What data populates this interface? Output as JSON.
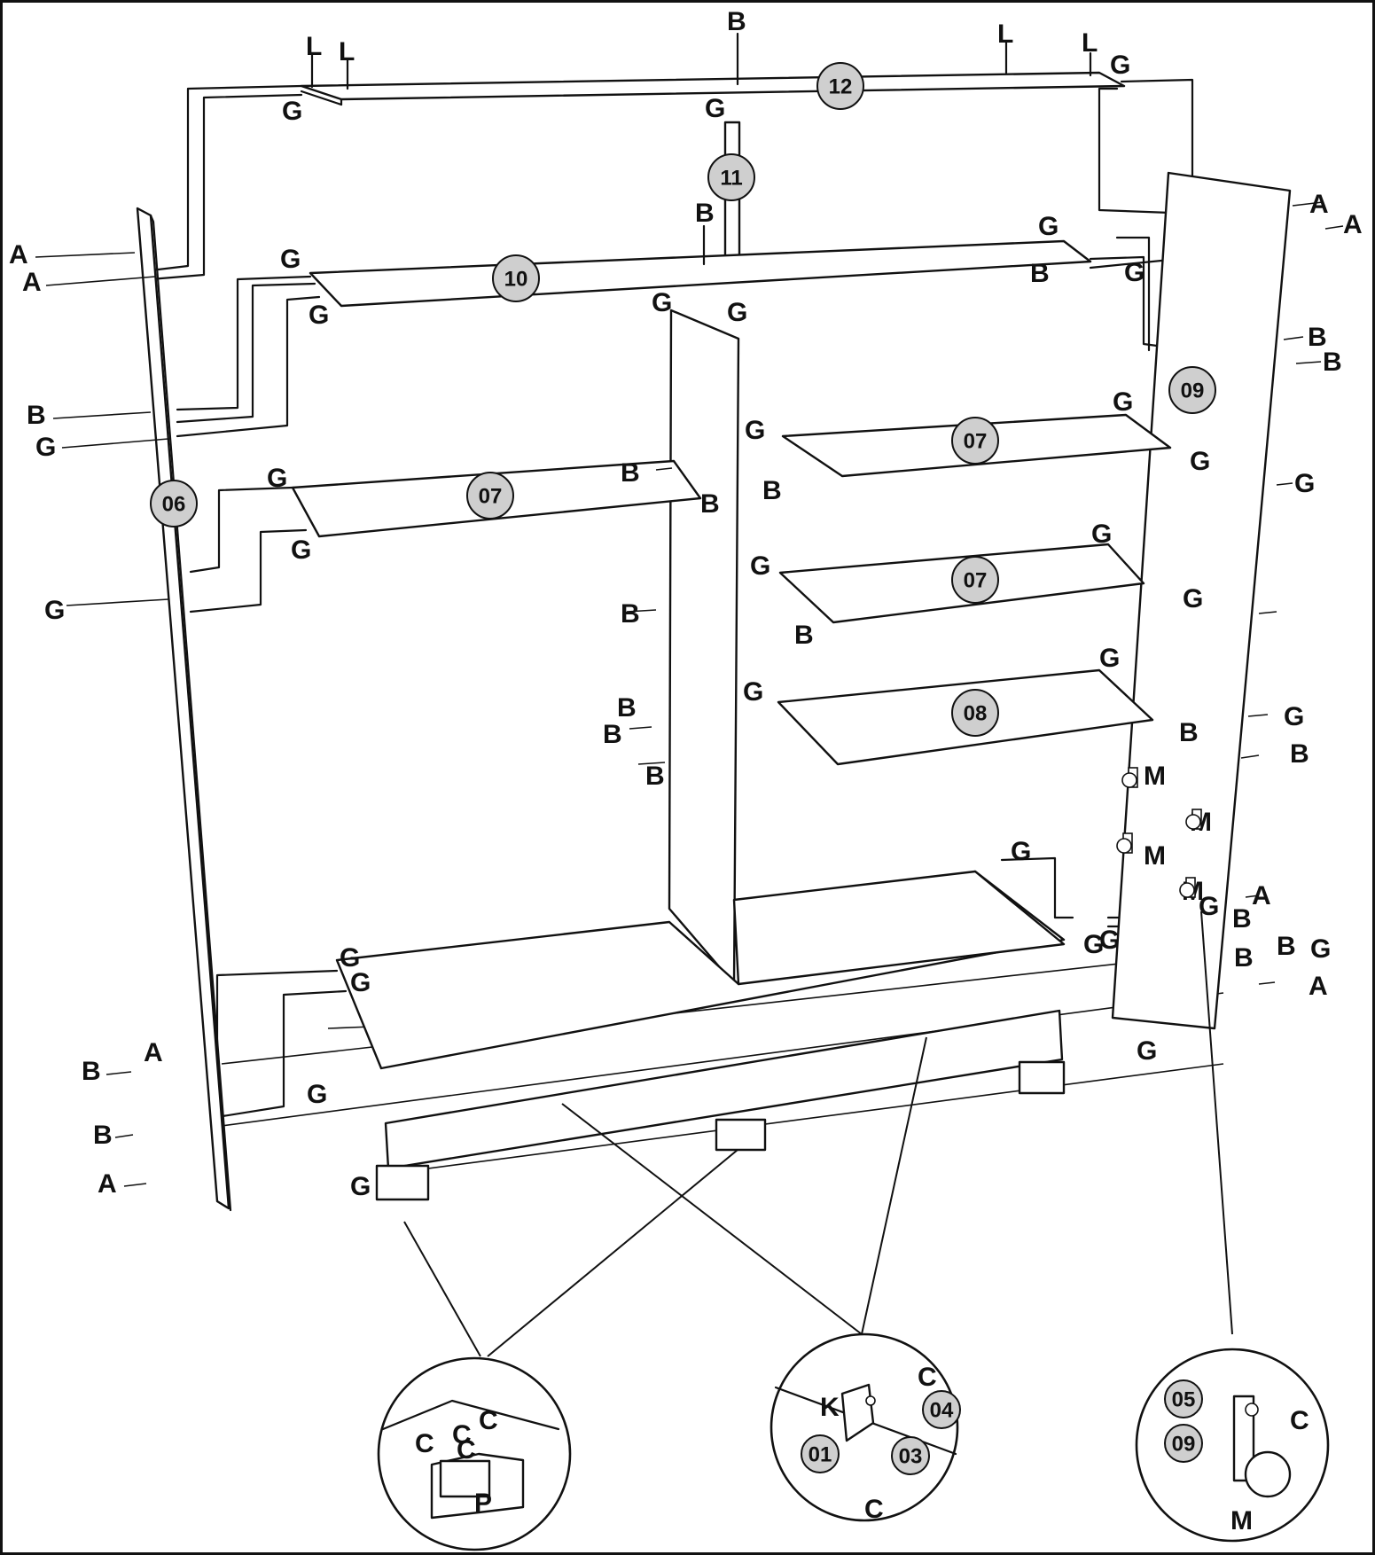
{
  "part_badges": [
    {
      "id": "p12",
      "label": "12"
    },
    {
      "id": "p11",
      "label": "11"
    },
    {
      "id": "p10",
      "label": "10"
    },
    {
      "id": "p09",
      "label": "09"
    },
    {
      "id": "p06",
      "label": "06"
    },
    {
      "id": "p07a",
      "label": "07"
    },
    {
      "id": "p07b",
      "label": "07"
    },
    {
      "id": "p07c",
      "label": "07"
    },
    {
      "id": "p08",
      "label": "08"
    }
  ],
  "hardware_labels": [
    {
      "id": "h1",
      "text": "L"
    },
    {
      "id": "h2",
      "text": "L"
    },
    {
      "id": "h3",
      "text": "B"
    },
    {
      "id": "h4",
      "text": "L"
    },
    {
      "id": "h5",
      "text": "L"
    },
    {
      "id": "h6",
      "text": "G"
    },
    {
      "id": "h7",
      "text": "G"
    },
    {
      "id": "h8",
      "text": "G"
    },
    {
      "id": "h9",
      "text": "A"
    },
    {
      "id": "h10",
      "text": "A"
    },
    {
      "id": "h11",
      "text": "A"
    },
    {
      "id": "h12",
      "text": "A"
    },
    {
      "id": "h13",
      "text": "B"
    },
    {
      "id": "h14",
      "text": "G"
    },
    {
      "id": "h15",
      "text": "G"
    },
    {
      "id": "h16",
      "text": "G"
    },
    {
      "id": "h17",
      "text": "G"
    },
    {
      "id": "h18",
      "text": "G"
    },
    {
      "id": "h19",
      "text": "G"
    },
    {
      "id": "h20",
      "text": "B"
    },
    {
      "id": "h21",
      "text": "B"
    },
    {
      "id": "h22",
      "text": "B"
    },
    {
      "id": "h23",
      "text": "B"
    },
    {
      "id": "h24",
      "text": "G"
    },
    {
      "id": "h25",
      "text": "G"
    },
    {
      "id": "h26",
      "text": "G"
    },
    {
      "id": "h27",
      "text": "G"
    },
    {
      "id": "h28",
      "text": "B"
    },
    {
      "id": "h29",
      "text": "G"
    },
    {
      "id": "h30",
      "text": "B"
    },
    {
      "id": "h31",
      "text": "G"
    },
    {
      "id": "h32",
      "text": "G"
    },
    {
      "id": "h33",
      "text": "G"
    },
    {
      "id": "h34",
      "text": "B"
    },
    {
      "id": "h35",
      "text": "B"
    },
    {
      "id": "h36",
      "text": "G"
    },
    {
      "id": "h37",
      "text": "G"
    },
    {
      "id": "h38",
      "text": "G"
    },
    {
      "id": "h39",
      "text": "B"
    },
    {
      "id": "h40",
      "text": "B"
    },
    {
      "id": "h41",
      "text": "G"
    },
    {
      "id": "h42",
      "text": "G"
    },
    {
      "id": "h43",
      "text": "G"
    },
    {
      "id": "h44",
      "text": "B"
    },
    {
      "id": "h45",
      "text": "B"
    },
    {
      "id": "h46",
      "text": "B"
    },
    {
      "id": "h47",
      "text": "M"
    },
    {
      "id": "h48",
      "text": "M"
    },
    {
      "id": "h49",
      "text": "M"
    },
    {
      "id": "h50",
      "text": "M"
    },
    {
      "id": "h51",
      "text": "G"
    },
    {
      "id": "h52",
      "text": "A"
    },
    {
      "id": "h53",
      "text": "B"
    },
    {
      "id": "h54",
      "text": "G"
    },
    {
      "id": "h55",
      "text": "G"
    },
    {
      "id": "h56",
      "text": "B"
    },
    {
      "id": "h57",
      "text": "A"
    },
    {
      "id": "h58",
      "text": "A"
    },
    {
      "id": "h59",
      "text": "B"
    },
    {
      "id": "h60",
      "text": "G"
    },
    {
      "id": "h61",
      "text": "G"
    },
    {
      "id": "h62",
      "text": "B"
    },
    {
      "id": "h63",
      "text": "G"
    },
    {
      "id": "h64",
      "text": "A"
    },
    {
      "id": "h65",
      "text": "G"
    },
    {
      "id": "h66",
      "text": "G"
    },
    {
      "id": "h67",
      "text": "G"
    },
    {
      "id": "h68",
      "text": "B"
    },
    {
      "id": "h69",
      "text": "G"
    },
    {
      "id": "h70",
      "text": "B"
    }
  ],
  "details": {
    "left": {
      "labels": [
        "C",
        "C",
        "C",
        "C",
        "P"
      ]
    },
    "middle": {
      "labels": [
        "K",
        "C",
        "C"
      ],
      "badges": [
        "04",
        "01",
        "03"
      ]
    },
    "right": {
      "labels": [
        "C",
        "M"
      ],
      "badges": [
        "05",
        "09"
      ]
    }
  }
}
